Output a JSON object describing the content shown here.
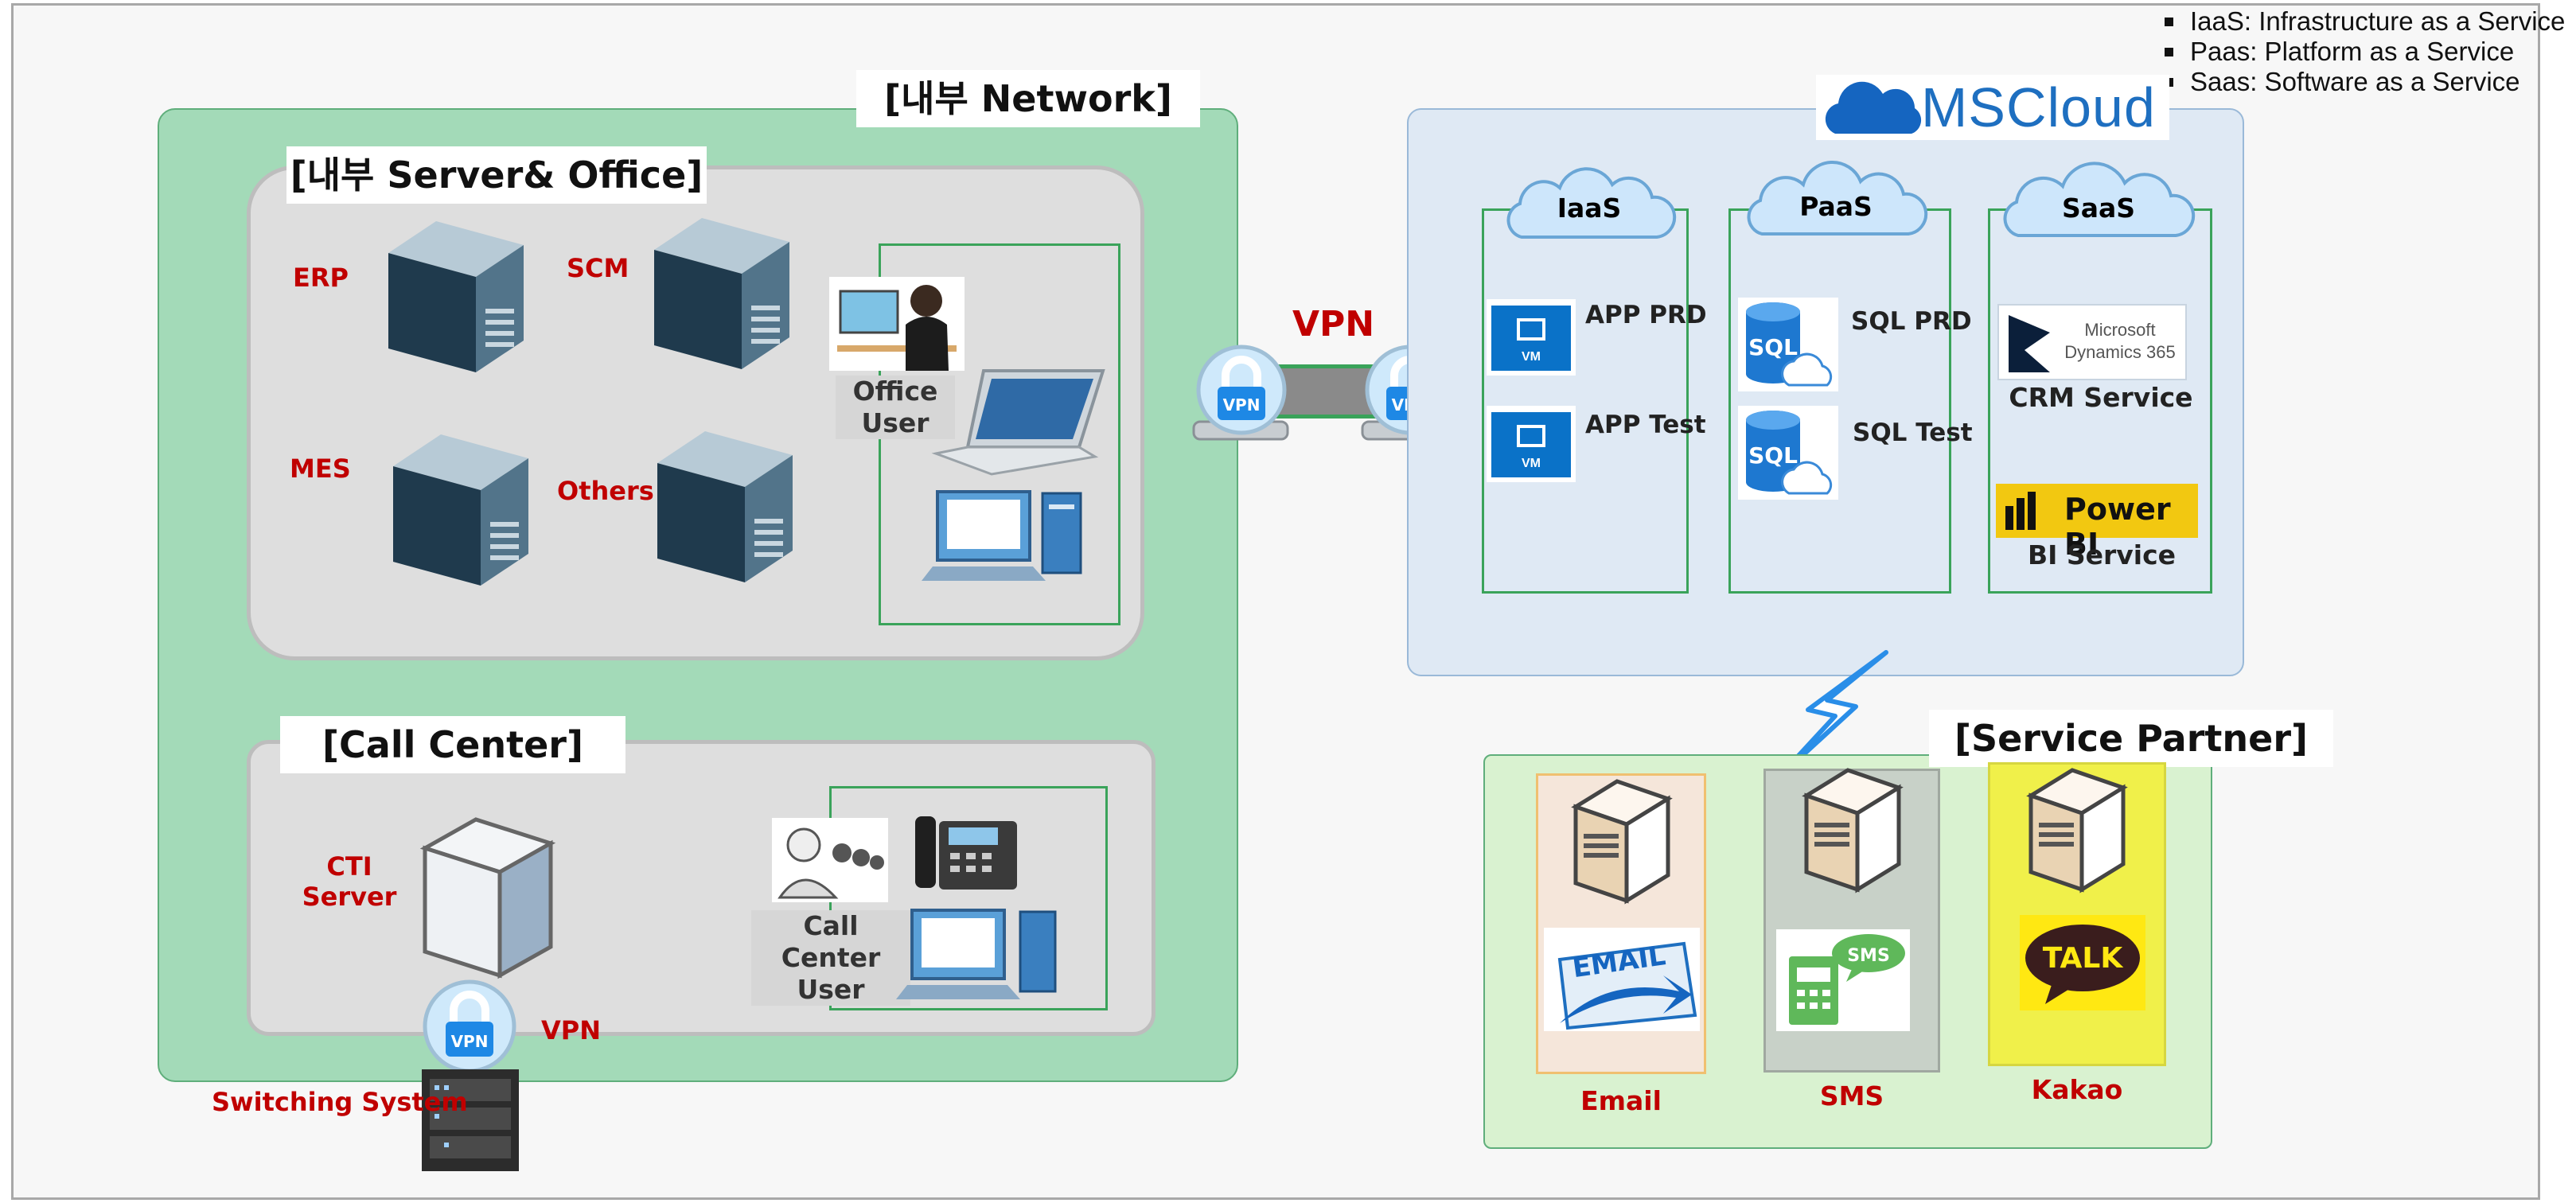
{
  "legend": [
    "IaaS: Infrastructure as a Service",
    "Paas: Platform as a Service",
    "Saas: Software as a Service"
  ],
  "internal_network": {
    "title": "[내부 Network]",
    "server_office": {
      "title": "[내부 Server& Office]",
      "servers": [
        "ERP",
        "SCM",
        "MES",
        "Others"
      ],
      "office_user": "Office\nUser"
    },
    "call_center": {
      "title": "[Call Center]",
      "cti_server": "CTI\nServer",
      "vpn": "VPN",
      "call_center_user": "Call\nCenter User",
      "switching_system": "Switching System"
    }
  },
  "vpn_link": {
    "label": "VPN",
    "badge": "VPN"
  },
  "mscloud": {
    "logo_text": "MSCloud",
    "columns": [
      {
        "title": "IaaS",
        "items": [
          {
            "label": "APP PRD",
            "icon_text": "VM"
          },
          {
            "label": "APP Test",
            "icon_text": "VM"
          }
        ]
      },
      {
        "title": "PaaS",
        "items": [
          {
            "label": "SQL PRD",
            "icon_text": "SQL"
          },
          {
            "label": "SQL Test",
            "icon_text": "SQL"
          }
        ]
      },
      {
        "title": "SaaS",
        "items": [
          {
            "label": "CRM Service",
            "logo_line1": "Microsoft",
            "logo_line2": "Dynamics 365"
          },
          {
            "label": "BI Service",
            "logo_text": "Power BI"
          }
        ]
      }
    ]
  },
  "service_partner": {
    "title": "[Service Partner]",
    "partners": [
      {
        "name": "Email",
        "logo_text": "EMAIL",
        "color": "#f5e6da"
      },
      {
        "name": "SMS",
        "logo_text": "SMS",
        "color": "#c8d1c8"
      },
      {
        "name": "Kakao",
        "logo_text": "TALK",
        "color": "#f0f04a"
      }
    ]
  },
  "colors": {
    "internal_bg": "#a3dab8",
    "cloud_bg": "#dfe9f4",
    "label_red": "#c00000",
    "vpn_blue": "#1e88e5"
  }
}
